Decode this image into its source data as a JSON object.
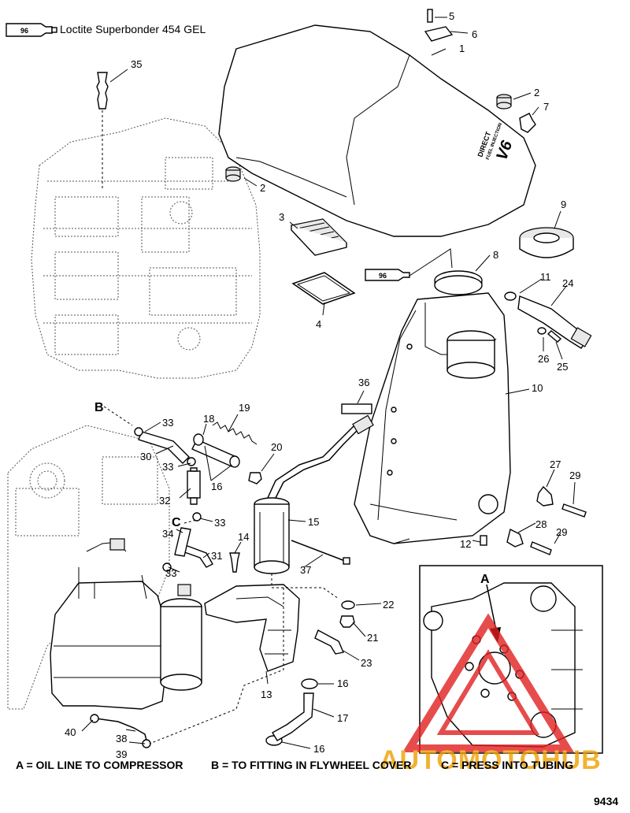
{
  "legend": {
    "tube_label": "96",
    "text": "Loctite Superbonder 454 GEL"
  },
  "parts": [
    {
      "id": "p1",
      "label": "1"
    },
    {
      "id": "p2a",
      "label": "2"
    },
    {
      "id": "p2b",
      "label": "2"
    },
    {
      "id": "p3",
      "label": "3"
    },
    {
      "id": "p4",
      "label": "4"
    },
    {
      "id": "p5",
      "label": "5"
    },
    {
      "id": "p6",
      "label": "6"
    },
    {
      "id": "p7",
      "label": "7"
    },
    {
      "id": "p8",
      "label": "8"
    },
    {
      "id": "p9",
      "label": "9"
    },
    {
      "id": "p10",
      "label": "10"
    },
    {
      "id": "p11",
      "label": "11"
    },
    {
      "id": "p12",
      "label": "12"
    },
    {
      "id": "p13",
      "label": "13"
    },
    {
      "id": "p14",
      "label": "14"
    },
    {
      "id": "p15",
      "label": "15"
    },
    {
      "id": "p16a",
      "label": "16"
    },
    {
      "id": "p16b",
      "label": "16"
    },
    {
      "id": "p16c",
      "label": "16"
    },
    {
      "id": "p17",
      "label": "17"
    },
    {
      "id": "p18",
      "label": "18"
    },
    {
      "id": "p19",
      "label": "19"
    },
    {
      "id": "p20",
      "label": "20"
    },
    {
      "id": "p21",
      "label": "21"
    },
    {
      "id": "p22",
      "label": "22"
    },
    {
      "id": "p23",
      "label": "23"
    },
    {
      "id": "p24",
      "label": "24"
    },
    {
      "id": "p25",
      "label": "25"
    },
    {
      "id": "p26",
      "label": "26"
    },
    {
      "id": "p27",
      "label": "27"
    },
    {
      "id": "p28",
      "label": "28"
    },
    {
      "id": "p29a",
      "label": "29"
    },
    {
      "id": "p29b",
      "label": "29"
    },
    {
      "id": "p30",
      "label": "30"
    },
    {
      "id": "p31",
      "label": "31"
    },
    {
      "id": "p32",
      "label": "32"
    },
    {
      "id": "p33a",
      "label": "33"
    },
    {
      "id": "p33b",
      "label": "33"
    },
    {
      "id": "p33c",
      "label": "33"
    },
    {
      "id": "p33d",
      "label": "33"
    },
    {
      "id": "p34",
      "label": "34"
    },
    {
      "id": "p35",
      "label": "35"
    },
    {
      "id": "p36",
      "label": "36"
    },
    {
      "id": "p37",
      "label": "37"
    },
    {
      "id": "p38",
      "label": "38"
    },
    {
      "id": "p39",
      "label": "39"
    },
    {
      "id": "p40",
      "label": "40"
    }
  ],
  "refs": {
    "b": "B",
    "c": "C",
    "a": "A"
  },
  "tube_on_part": "96",
  "cover_badge": {
    "line1": "DIRECT",
    "line2": "FUEL INJECTION",
    "line3": "V6"
  },
  "footnotes": {
    "a": "A = OIL LINE TO COMPRESSOR",
    "b": "B = TO FITTING IN FLYWHEEL COVER",
    "c": "C = PRESS INTO TUBING"
  },
  "figure_number": "9434",
  "watermark": {
    "text": "AUTOMOTOHUB",
    "color_primary": "#e02020",
    "color_secondary": "#f0a000"
  }
}
